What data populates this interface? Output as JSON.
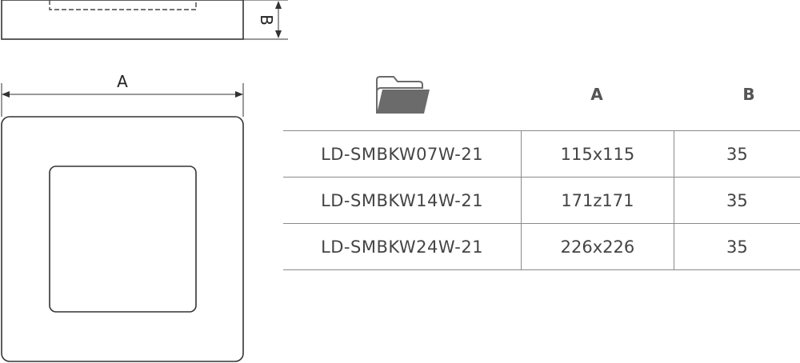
{
  "drawing": {
    "side_view_dimension_label": "B",
    "top_view_dimension_label": "A"
  },
  "table": {
    "folder_icon": "folder-icon",
    "headers": [
      "A",
      "B"
    ],
    "rows": [
      {
        "model": "LD-SMBKW07W-21",
        "a": "115x115",
        "b": "35"
      },
      {
        "model": "LD-SMBKW14W-21",
        "a": "171z171",
        "b": "35"
      },
      {
        "model": "LD-SMBKW24W-21",
        "a": "226x226",
        "b": "35"
      }
    ]
  },
  "colors": {
    "line": "#333333",
    "table_border": "#8a8a8a",
    "folder": "#6b6b6b"
  }
}
